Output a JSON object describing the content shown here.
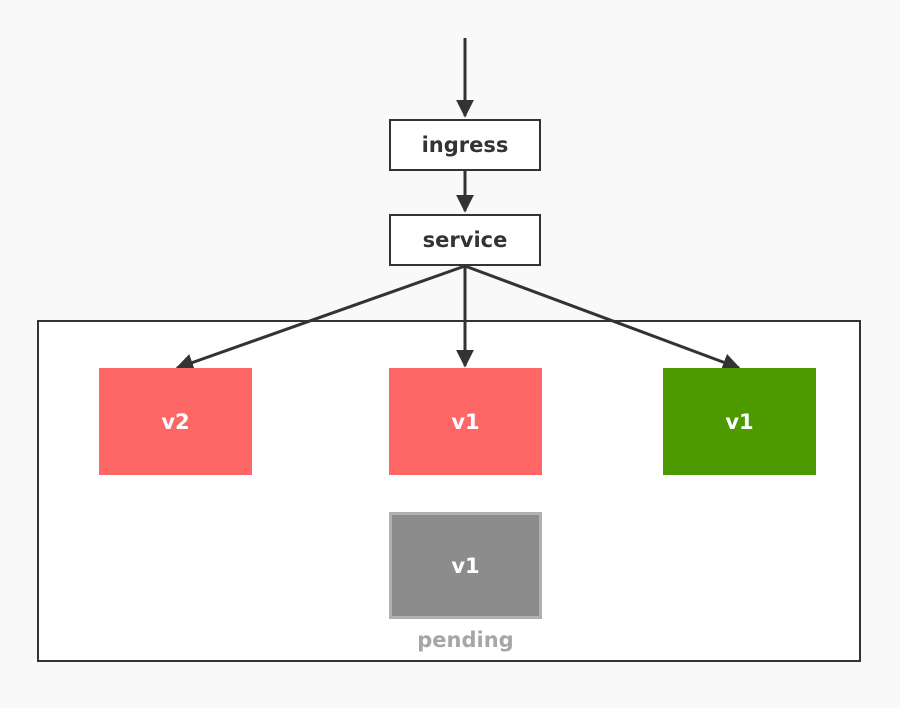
{
  "nodes": {
    "ingress": {
      "label": "ingress"
    },
    "service": {
      "label": "service"
    }
  },
  "pods": [
    {
      "label": "v2",
      "color": "#ff6666"
    },
    {
      "label": "v1",
      "color": "#ff6666"
    },
    {
      "label": "v1",
      "color": "#4d9900"
    },
    {
      "label": "v1",
      "color": "#8c8c8c"
    }
  ],
  "pending_label": "pending",
  "pending_label_color": "#a6a6a6",
  "line_color": "#333333"
}
